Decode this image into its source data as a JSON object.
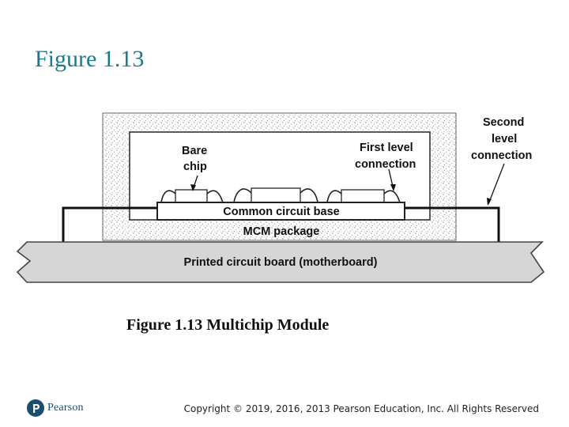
{
  "slide": {
    "title": "Figure 1.13",
    "caption": "Figure 1.13  Multichip Module",
    "copyright": "Copyright © 2019, 2016, 2013 Pearson Education, Inc. All Rights Reserved"
  },
  "diagram": {
    "labels": {
      "bare_chip_line1": "Bare",
      "bare_chip_line2": "chip",
      "first_level_line1": "First level",
      "first_level_line2": "connection",
      "second_level_line1": "Second",
      "second_level_line2": "level",
      "second_level_line3": "connection",
      "common_base": "Common circuit base",
      "mcm_package": "MCM package",
      "pcb": "Printed circuit board (motherboard)"
    }
  },
  "logo": {
    "name": "Pearson",
    "icon": "pearson-p-icon",
    "color": "#1b4e6a"
  },
  "colors": {
    "title": "#1b7a8a",
    "stipple": "#9a9a9a",
    "board": "#d6d6d6"
  }
}
